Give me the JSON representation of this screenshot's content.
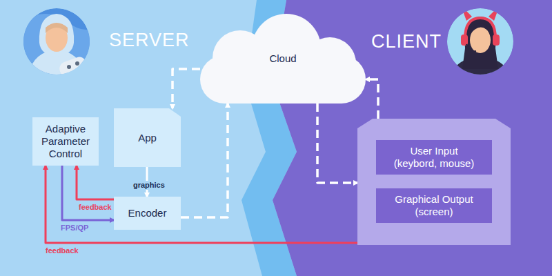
{
  "diagram": {
    "nodes": [
      {
        "text": [
          "Adaptive Parameter Control"
        ]
      },
      {
        "text": [
          "App"
        ]
      },
      {
        "text": [
          "Cloud"
        ]
      },
      {
        "text": [
          "Encoder"
        ]
      },
      {
        "text": [
          "CLIENT"
        ]
      },
      {
        "text": [
          "User Input (keybord, mouse)"
        ],
        "in": 4
      },
      {
        "text": [
          "Graphical Output (screen)"
        ],
        "in": 4
      }
    ],
    "edges": [
      {
        "from": 2,
        "to": 1,
        "arrow": "to"
      },
      {
        "from": 3,
        "to": 2,
        "arrow": "to"
      },
      {
        "from": 2,
        "to": 4,
        "arrow": "to"
      },
      {
        "from": 4,
        "to": 2,
        "arrow": "to"
      },
      {
        "from": 1,
        "to": 3,
        "label": "graphics",
        "arrow": "to"
      },
      {
        "from": 3,
        "to": 0,
        "label": "feedback",
        "arrow": "to"
      },
      {
        "from": 0,
        "to": 3,
        "label": "FPS/QP",
        "arrow": "to"
      },
      {
        "from": 4,
        "to": 0,
        "label": "feedback",
        "arrow": "to"
      }
    ],
    "labels": [
      "SERVER"
    ]
  }
}
